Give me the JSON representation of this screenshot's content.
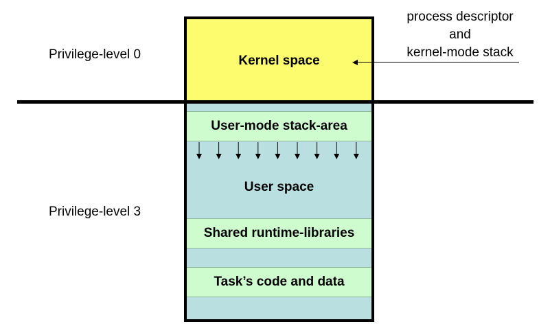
{
  "levels": {
    "level0": "Privilege-level 0",
    "level3": "Privilege-level 3"
  },
  "annotation": {
    "line1": "process descriptor",
    "line2": "and",
    "line3": "kernel-mode stack"
  },
  "regions": {
    "kernel": "Kernel space",
    "stack_area": "User-mode stack-area",
    "user_space": "User space",
    "libraries": "Shared runtime-libraries",
    "task": "Task’s code and data"
  },
  "colors": {
    "kernel_fill": "#fdfc6e",
    "user_fill": "#b9dfe1",
    "band_fill": "#cffccf",
    "outline": "#000000"
  }
}
